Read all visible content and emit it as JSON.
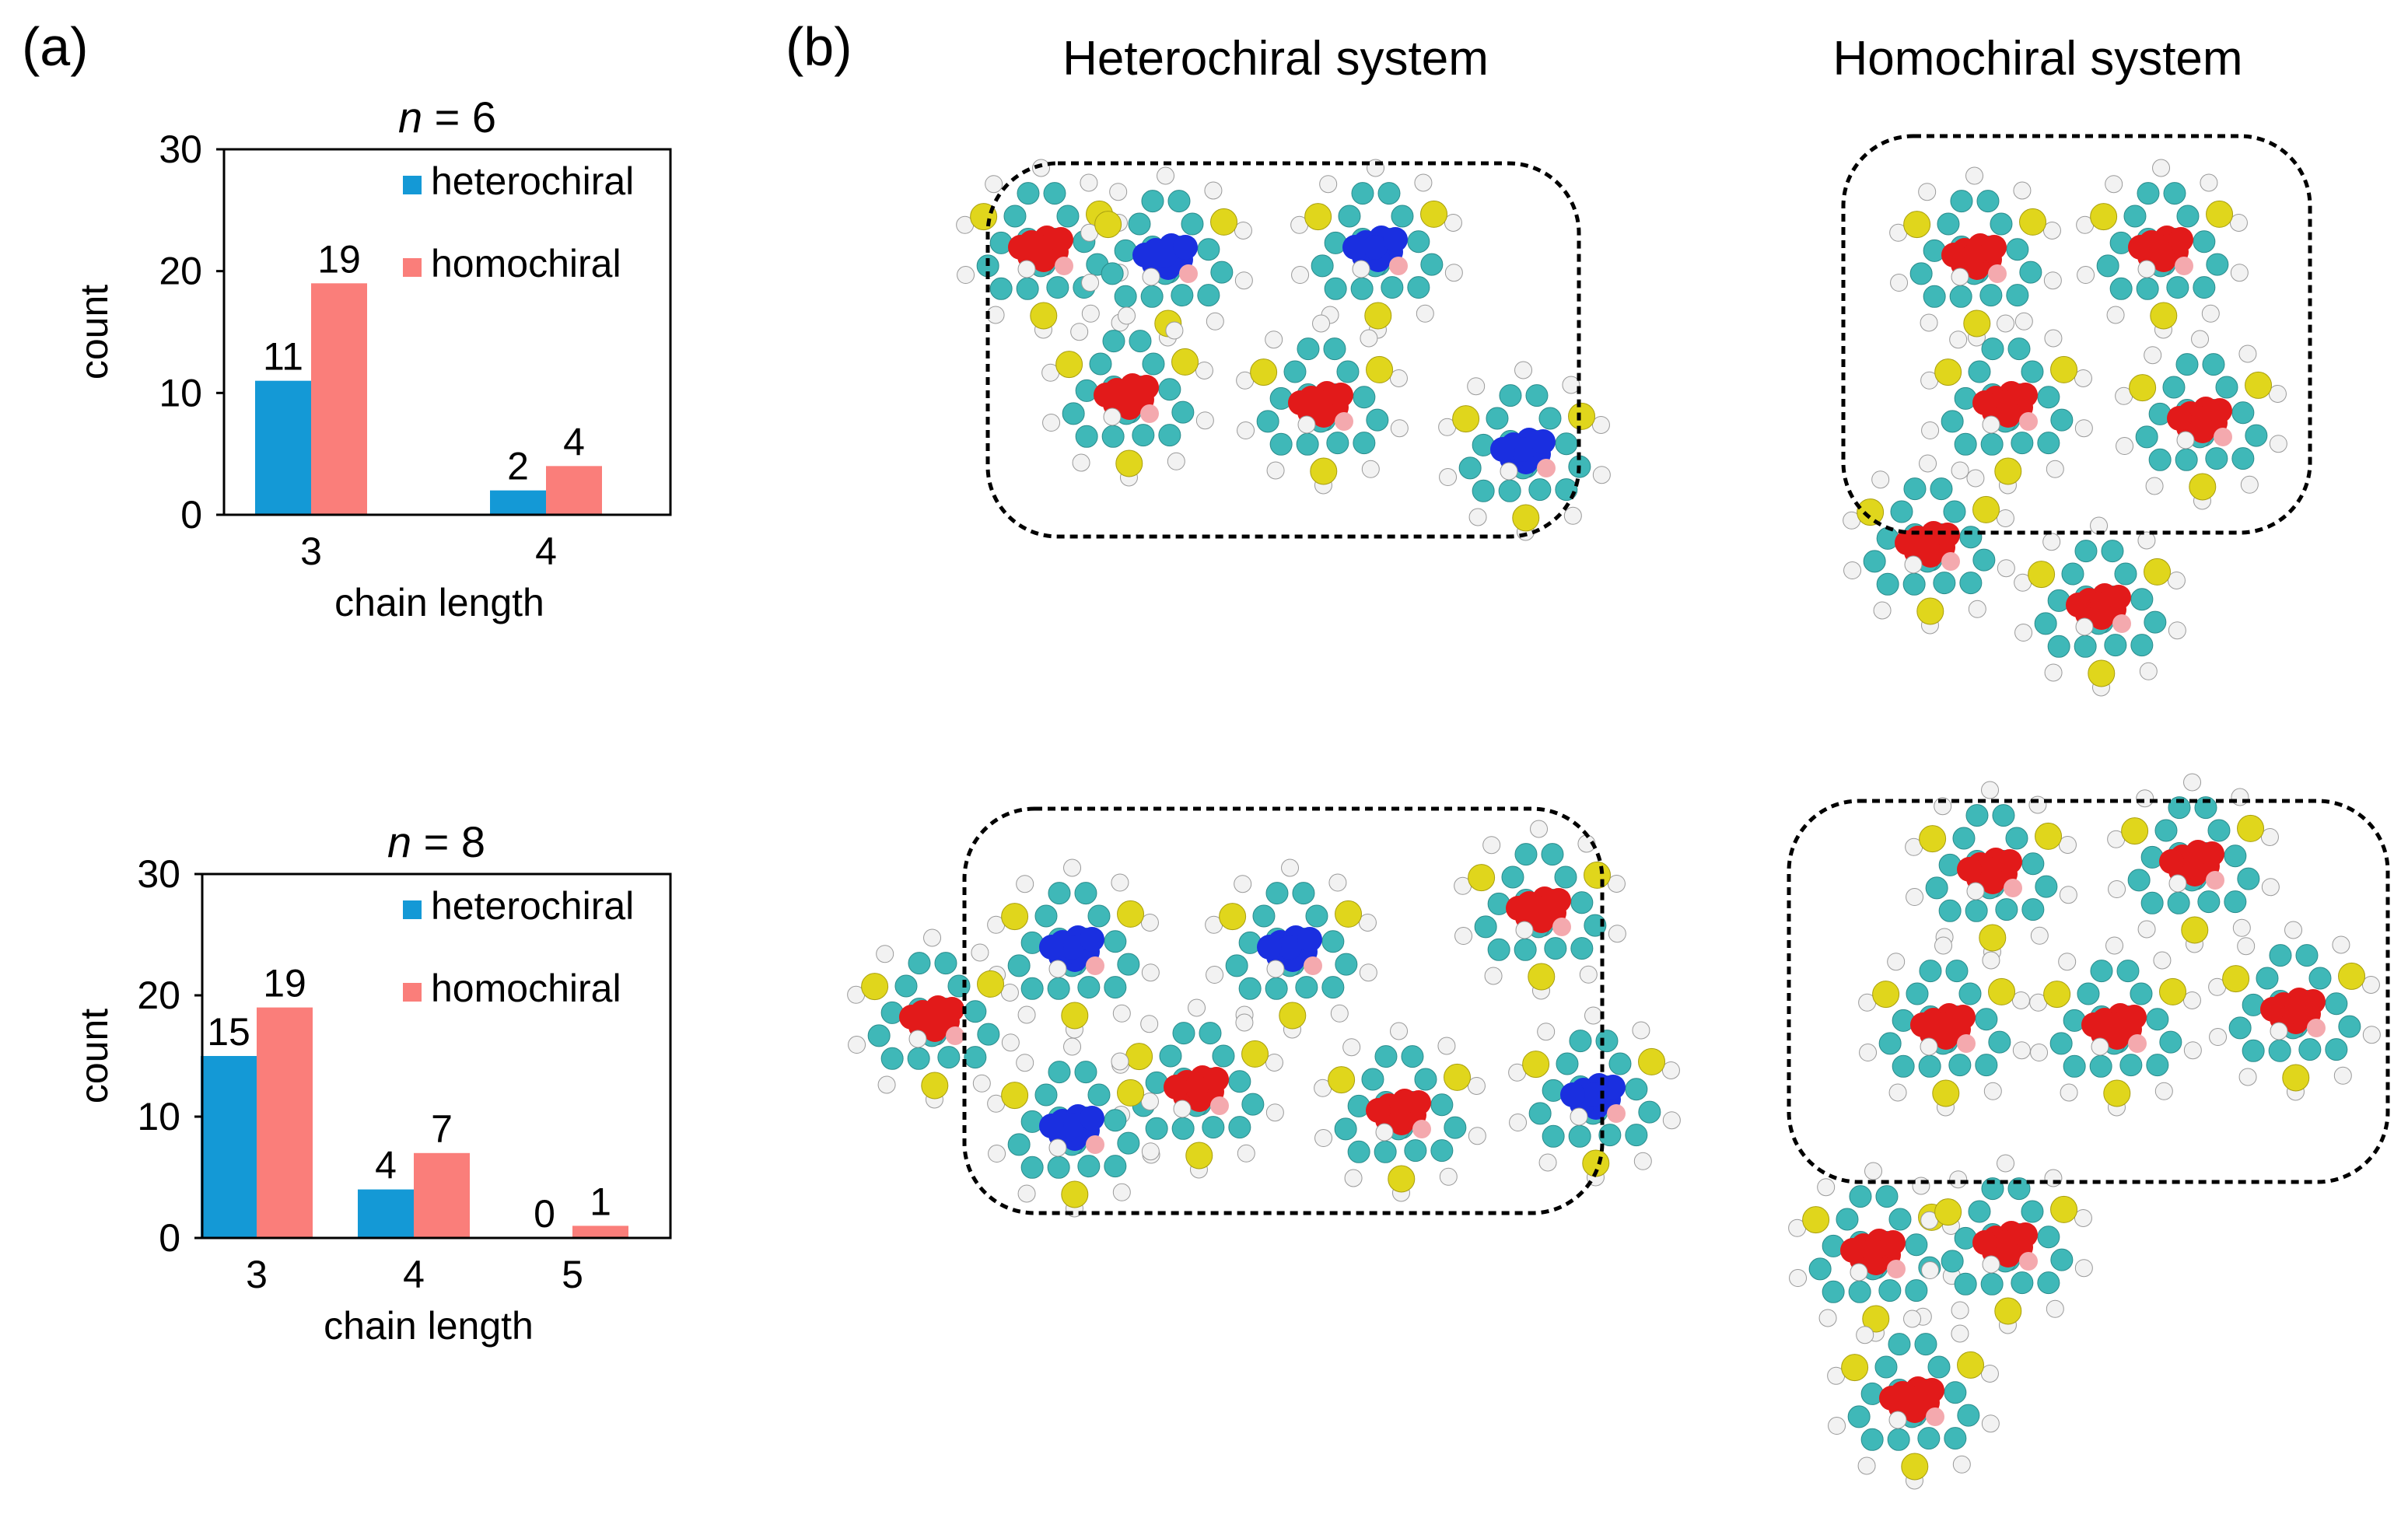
{
  "panel_labels": {
    "a": "(a)",
    "b": "(b)"
  },
  "colors": {
    "heterochiral": "#1499d6",
    "homochiral": "#fa7e7a",
    "carbon": "#3fb8b8",
    "sulfur": "#e0d61c",
    "hydrogen": "#f2f2f2",
    "oxygen_red": "#e21a1a",
    "nitrogen_blue": "#1a2fe0",
    "pink": "#f4a9ae",
    "outline": "#000000"
  },
  "system_titles": {
    "heterochiral": "Heterochiral system",
    "homochiral": "Homochiral system"
  },
  "chart_data": [
    {
      "type": "bar",
      "title": "n = 6",
      "title_var": "n",
      "title_rest": " = 6",
      "categories": [
        "3",
        "4"
      ],
      "series": [
        {
          "name": "heterochiral",
          "values": [
            11,
            2
          ]
        },
        {
          "name": "homochiral",
          "values": [
            19,
            4
          ]
        }
      ],
      "data_labels": [
        [
          "11",
          "2"
        ],
        [
          "19",
          "4"
        ]
      ],
      "xlabel": "chain length",
      "ylabel": "count",
      "ylim": [
        0,
        30
      ],
      "yticks": [
        0,
        10,
        20,
        30
      ],
      "grid": false,
      "legend_position": "top-right"
    },
    {
      "type": "bar",
      "title": "n = 8",
      "title_var": "n",
      "title_rest": " = 8",
      "categories": [
        "3",
        "4",
        "5"
      ],
      "series": [
        {
          "name": "heterochiral",
          "values": [
            15,
            4,
            0
          ]
        },
        {
          "name": "homochiral",
          "values": [
            19,
            7,
            1
          ]
        }
      ],
      "data_labels": [
        [
          "15",
          "4",
          "0"
        ],
        [
          "19",
          "7",
          "1"
        ]
      ],
      "xlabel": "chain length",
      "ylabel": "count",
      "ylim": [
        0,
        30
      ],
      "yticks": [
        0,
        10,
        20,
        30
      ],
      "grid": false,
      "legend_position": "top-right"
    }
  ]
}
